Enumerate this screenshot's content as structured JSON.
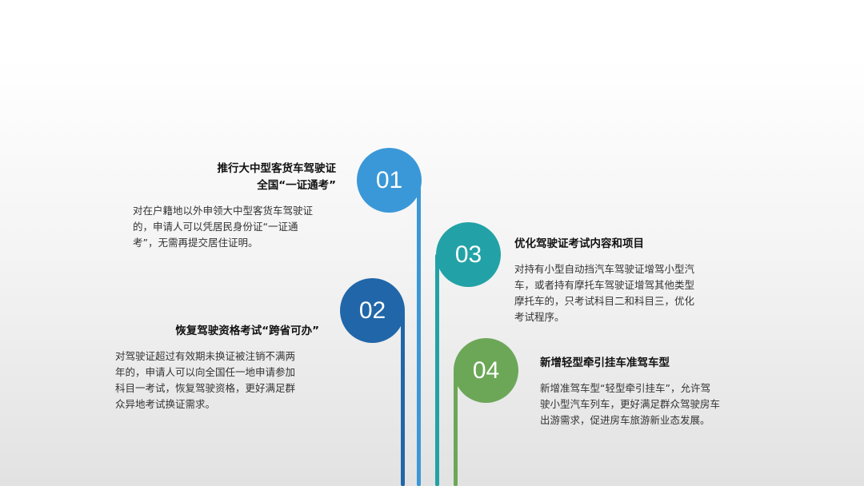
{
  "colors": {
    "step1": "#3a98d8",
    "step2": "#2166a8",
    "step3": "#22a2a6",
    "step4": "#6ca758"
  },
  "steps": [
    {
      "number": "01",
      "title_lines": [
        "推行大中型客货车驾驶证",
        "全国“一证通考”"
      ],
      "desc_lines": [
        "对在户籍地以外申领大中型客货车驾驶证",
        "的，申请人可以凭居民身份证“一证通",
        "考”，无需再提交居住证明。"
      ]
    },
    {
      "number": "02",
      "title_lines": [
        "恢复驾驶资格考试“跨省可办”"
      ],
      "desc_lines": [
        "对驾驶证超过有效期未换证被注销不满两",
        "年的，申请人可以向全国任一地申请参加",
        "科目一考试，恢复驾驶资格，更好满足群",
        "众异地考试换证需求。"
      ]
    },
    {
      "number": "03",
      "title_lines": [
        "优化驾驶证考试内容和项目"
      ],
      "desc_lines": [
        "对持有小型自动挡汽车驾驶证增驾小型汽",
        "车，或者持有摩托车驾驶证增驾其他类型",
        "摩托车的，只考试科目二和科目三，优化",
        "考试程序。"
      ]
    },
    {
      "number": "04",
      "title_lines": [
        "新增轻型牵引挂车准驾车型"
      ],
      "desc_lines": [
        "新增准驾车型“轻型牵引挂车”，允许驾",
        "驶小型汽车列车，更好满足群众驾驶房车",
        "出游需求，促进房车旅游新业态发展。"
      ]
    }
  ]
}
